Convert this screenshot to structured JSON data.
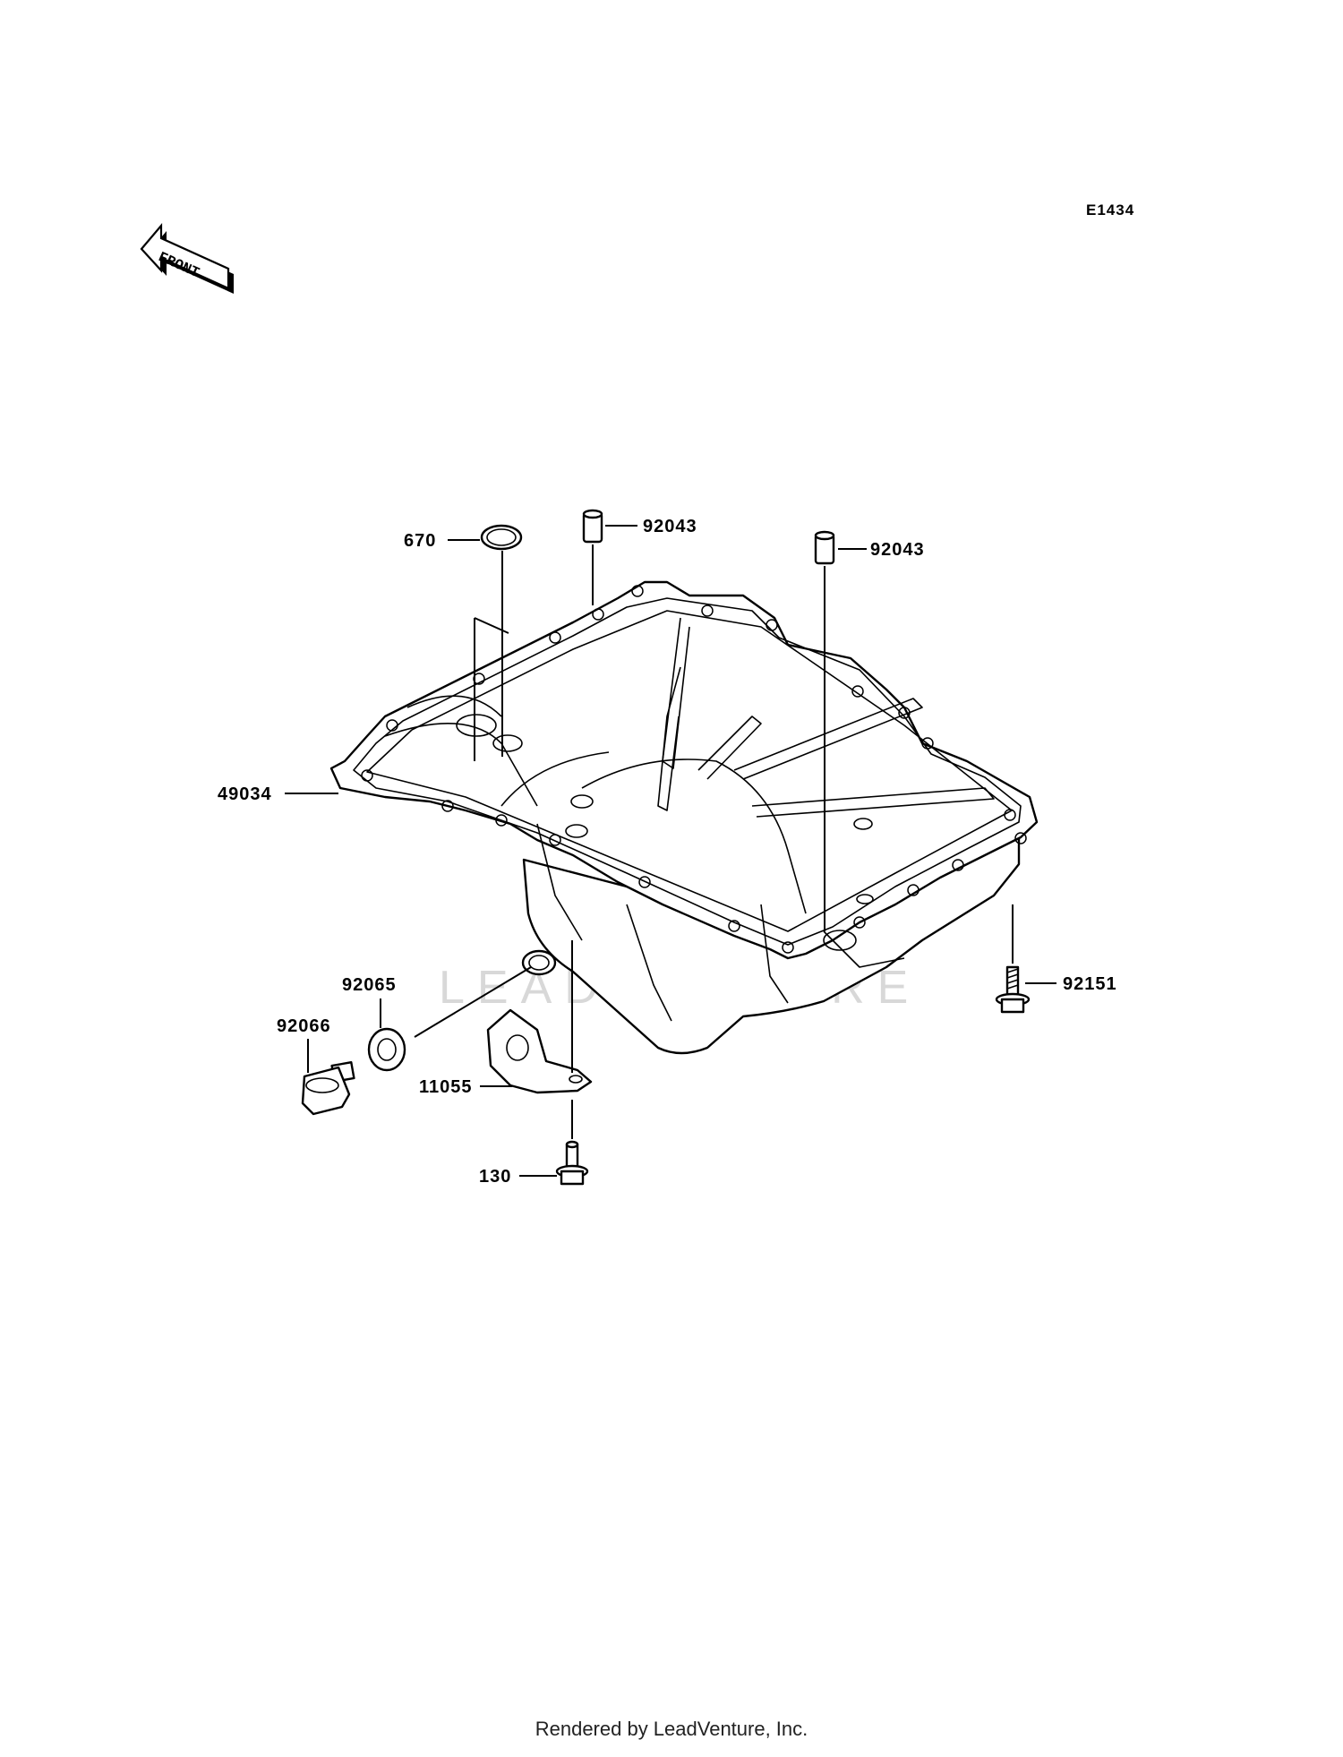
{
  "diagram": {
    "code": "E1434",
    "front_label": "FRONT",
    "watermark": "LEADVENTURE",
    "callouts": [
      {
        "id": "c670",
        "label": "670"
      },
      {
        "id": "c92043a",
        "label": "92043"
      },
      {
        "id": "c92043b",
        "label": "92043"
      },
      {
        "id": "c49034",
        "label": "49034"
      },
      {
        "id": "c92151",
        "label": "92151"
      },
      {
        "id": "c92065",
        "label": "92065"
      },
      {
        "id": "c92066",
        "label": "92066"
      },
      {
        "id": "c11055",
        "label": "11055"
      },
      {
        "id": "c130",
        "label": "130"
      }
    ]
  },
  "footer": "Rendered by LeadVenture, Inc."
}
